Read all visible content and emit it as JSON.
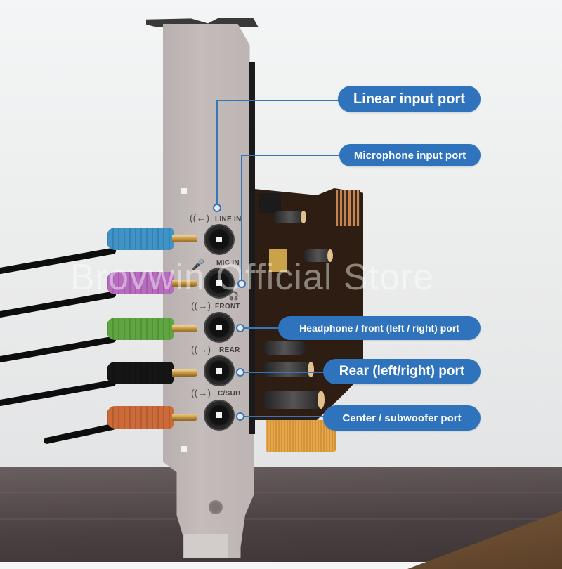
{
  "product": "PCIe 5.1 sound card",
  "watermark": "Brovwin Official Store",
  "colors": {
    "callout_bg": "#2f73bd",
    "leader_line": "#3775b8",
    "plug_blue": "#3f93c6",
    "plug_pink": "#b86cbf",
    "plug_green": "#5fa642",
    "plug_black": "#151515",
    "plug_orange": "#cc6a3a"
  },
  "ports": [
    {
      "id": "line-in",
      "label": "LINE IN",
      "icon": "audio-in-waves-icon",
      "icon_glyph": "((←)",
      "plug_color": "#3f93c6"
    },
    {
      "id": "mic-in",
      "label": "MIC IN",
      "icon": "microphone-icon",
      "icon_glyph": "🎤",
      "plug_color": "#b86cbf"
    },
    {
      "id": "front",
      "label": "FRONT",
      "icon": "audio-out-waves-icon",
      "icon_glyph": "((→)",
      "extra_icon": "headphones-icon",
      "extra_glyph": "🎧",
      "plug_color": "#5fa642"
    },
    {
      "id": "rear",
      "label": "REAR",
      "icon": "audio-out-waves-icon",
      "icon_glyph": "((→)",
      "plug_color": "#151515"
    },
    {
      "id": "csub",
      "label": "C/SUB",
      "icon": "audio-out-waves-icon",
      "icon_glyph": "((→)",
      "plug_color": "#cc6a3a"
    }
  ],
  "callouts": [
    {
      "id": "line-in",
      "text": "Linear input port"
    },
    {
      "id": "mic-in",
      "text": "Microphone input port"
    },
    {
      "id": "front",
      "text": "Headphone / front (left / right) port"
    },
    {
      "id": "rear",
      "text": "Rear (left/right) port"
    },
    {
      "id": "csub",
      "text": "Center / subwoofer port"
    }
  ]
}
